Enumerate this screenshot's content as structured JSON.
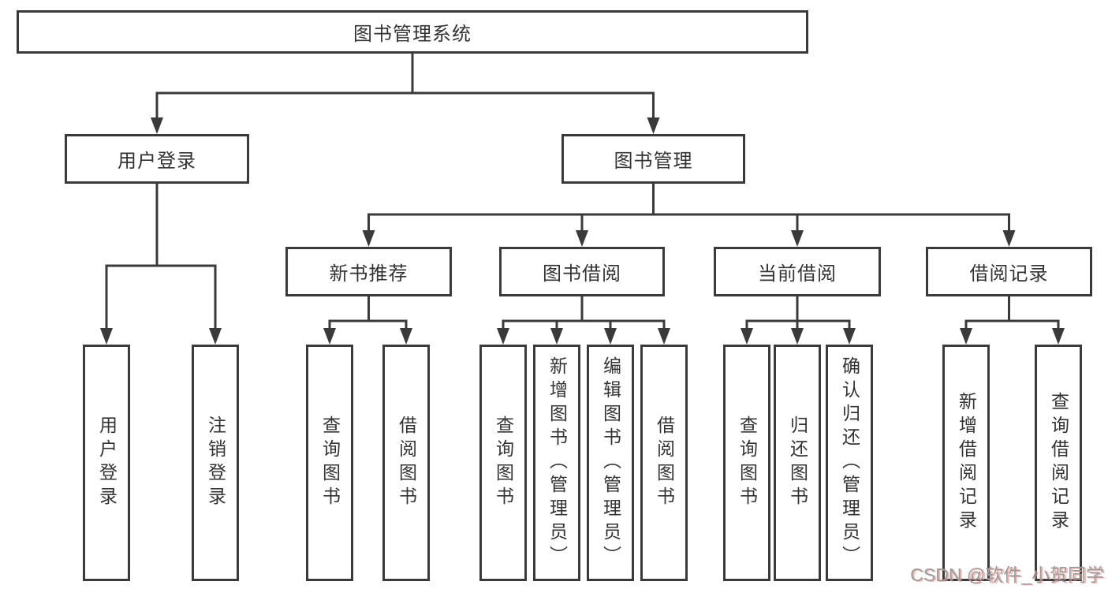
{
  "diagram": {
    "type": "hierarchy-tree",
    "title": "图书管理系统",
    "colors": {
      "line": "#3a3a3a",
      "box_border": "#3a3a3a",
      "box_fill": "#ffffff",
      "text": "#333333",
      "background": "#ffffff",
      "watermark_text": "#9a9a9a",
      "watermark_shadow": "#f29289"
    },
    "nodes": [
      {
        "id": "root",
        "label": "图书管理系统",
        "orientation": "horizontal",
        "level": 1
      },
      {
        "id": "user-login",
        "label": "用户登录",
        "orientation": "horizontal",
        "level": 2
      },
      {
        "id": "book-mgmt",
        "label": "图书管理",
        "orientation": "horizontal",
        "level": 2
      },
      {
        "id": "new-book-rec",
        "label": "新书推荐",
        "orientation": "horizontal",
        "level": 3
      },
      {
        "id": "book-borrow",
        "label": "图书借阅",
        "orientation": "horizontal",
        "level": 3
      },
      {
        "id": "current-borrow",
        "label": "当前借阅",
        "orientation": "horizontal",
        "level": 3
      },
      {
        "id": "borrow-records",
        "label": "借阅记录",
        "orientation": "horizontal",
        "level": 3
      },
      {
        "id": "leaf-user-login",
        "label": "用户登录",
        "orientation": "vertical",
        "level": 4
      },
      {
        "id": "leaf-logout",
        "label": "注销登录",
        "orientation": "vertical",
        "level": 4
      },
      {
        "id": "leaf-query-book-new",
        "label": "查询图书",
        "orientation": "vertical",
        "level": 4
      },
      {
        "id": "leaf-borrow-book-new",
        "label": "借阅图书",
        "orientation": "vertical",
        "level": 4
      },
      {
        "id": "leaf-query-book-borrow",
        "label": "查询图书",
        "orientation": "vertical",
        "level": 4
      },
      {
        "id": "leaf-add-book",
        "label": "新增图书（管理员）",
        "orientation": "vertical",
        "level": 4
      },
      {
        "id": "leaf-edit-book",
        "label": "编辑图书（管理员）",
        "orientation": "vertical",
        "level": 4
      },
      {
        "id": "leaf-borrow-book",
        "label": "借阅图书",
        "orientation": "vertical",
        "level": 4
      },
      {
        "id": "leaf-query-book-current",
        "label": "查询图书",
        "orientation": "vertical",
        "level": 4
      },
      {
        "id": "leaf-return-book",
        "label": "归还图书",
        "orientation": "vertical",
        "level": 4
      },
      {
        "id": "leaf-confirm-return",
        "label": "确认归还（管理员）",
        "orientation": "vertical",
        "level": 4
      },
      {
        "id": "leaf-add-borrow-record",
        "label": "新增借阅记录",
        "orientation": "vertical",
        "level": 4
      },
      {
        "id": "leaf-query-borrow-record",
        "label": "查询借阅记录",
        "orientation": "vertical",
        "level": 4
      }
    ],
    "edges": [
      {
        "from": "root",
        "to": [
          "user-login",
          "book-mgmt"
        ]
      },
      {
        "from": "user-login",
        "to": [
          "leaf-user-login",
          "leaf-logout"
        ]
      },
      {
        "from": "book-mgmt",
        "to": [
          "new-book-rec",
          "book-borrow",
          "current-borrow",
          "borrow-records"
        ]
      },
      {
        "from": "new-book-rec",
        "to": [
          "leaf-query-book-new",
          "leaf-borrow-book-new"
        ]
      },
      {
        "from": "book-borrow",
        "to": [
          "leaf-query-book-borrow",
          "leaf-add-book",
          "leaf-edit-book",
          "leaf-borrow-book"
        ]
      },
      {
        "from": "current-borrow",
        "to": [
          "leaf-query-book-current",
          "leaf-return-book",
          "leaf-confirm-return"
        ]
      },
      {
        "from": "borrow-records",
        "to": [
          "leaf-add-borrow-record",
          "leaf-query-borrow-record"
        ]
      }
    ],
    "watermark": "CSDN @软件_小贺同学"
  }
}
